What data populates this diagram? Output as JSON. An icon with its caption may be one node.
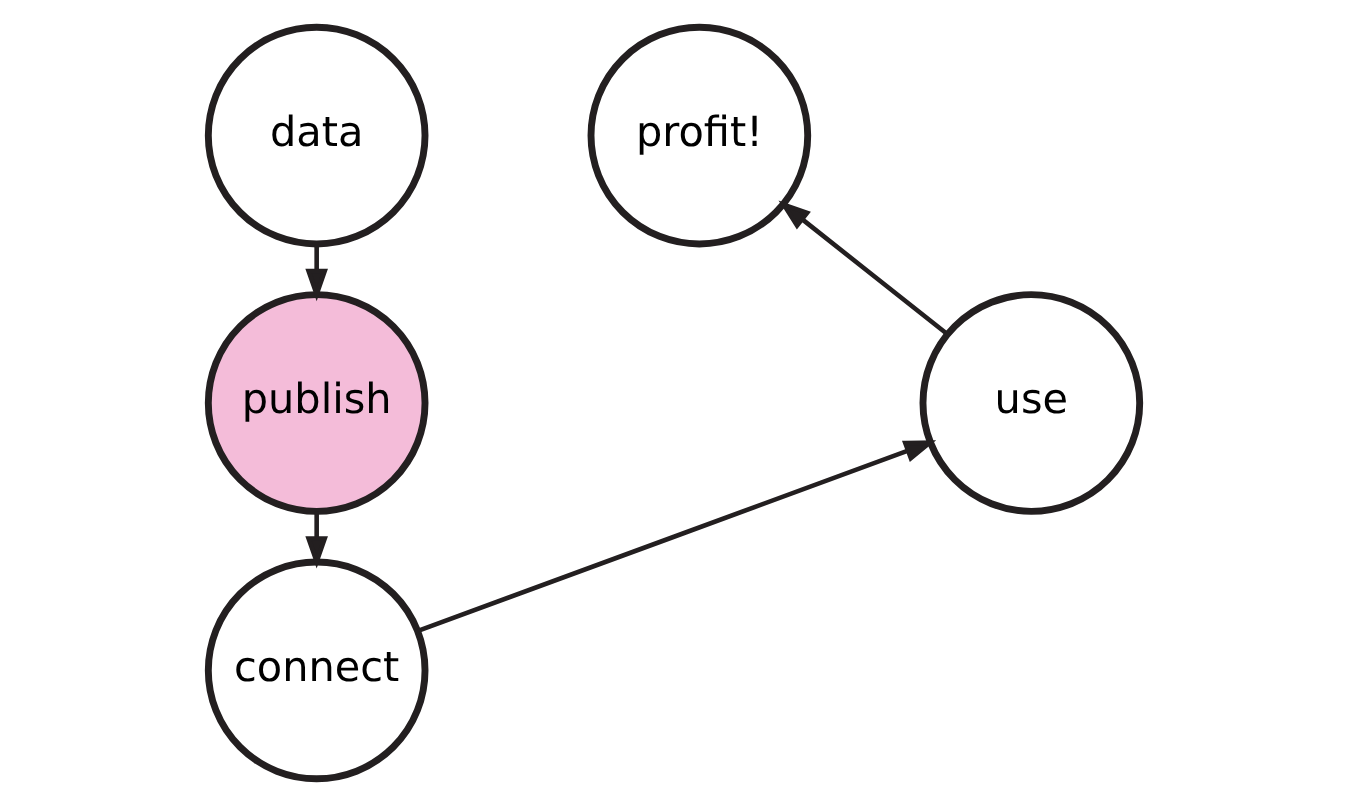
{
  "diagram": {
    "nodes": [
      {
        "text": [
          "data"
        ]
      },
      {
        "text": [
          "publish"
        ]
      },
      {
        "text": [
          "connect"
        ]
      },
      {
        "text": [
          "use"
        ]
      },
      {
        "text": [
          "profit!"
        ]
      }
    ],
    "edges": [
      {
        "from": 0,
        "to": 1,
        "arrow": "to"
      },
      {
        "from": 1,
        "to": 2,
        "arrow": "to"
      },
      {
        "from": 2,
        "to": 3,
        "arrow": "to"
      },
      {
        "from": 3,
        "to": 4,
        "arrow": "to"
      }
    ]
  }
}
